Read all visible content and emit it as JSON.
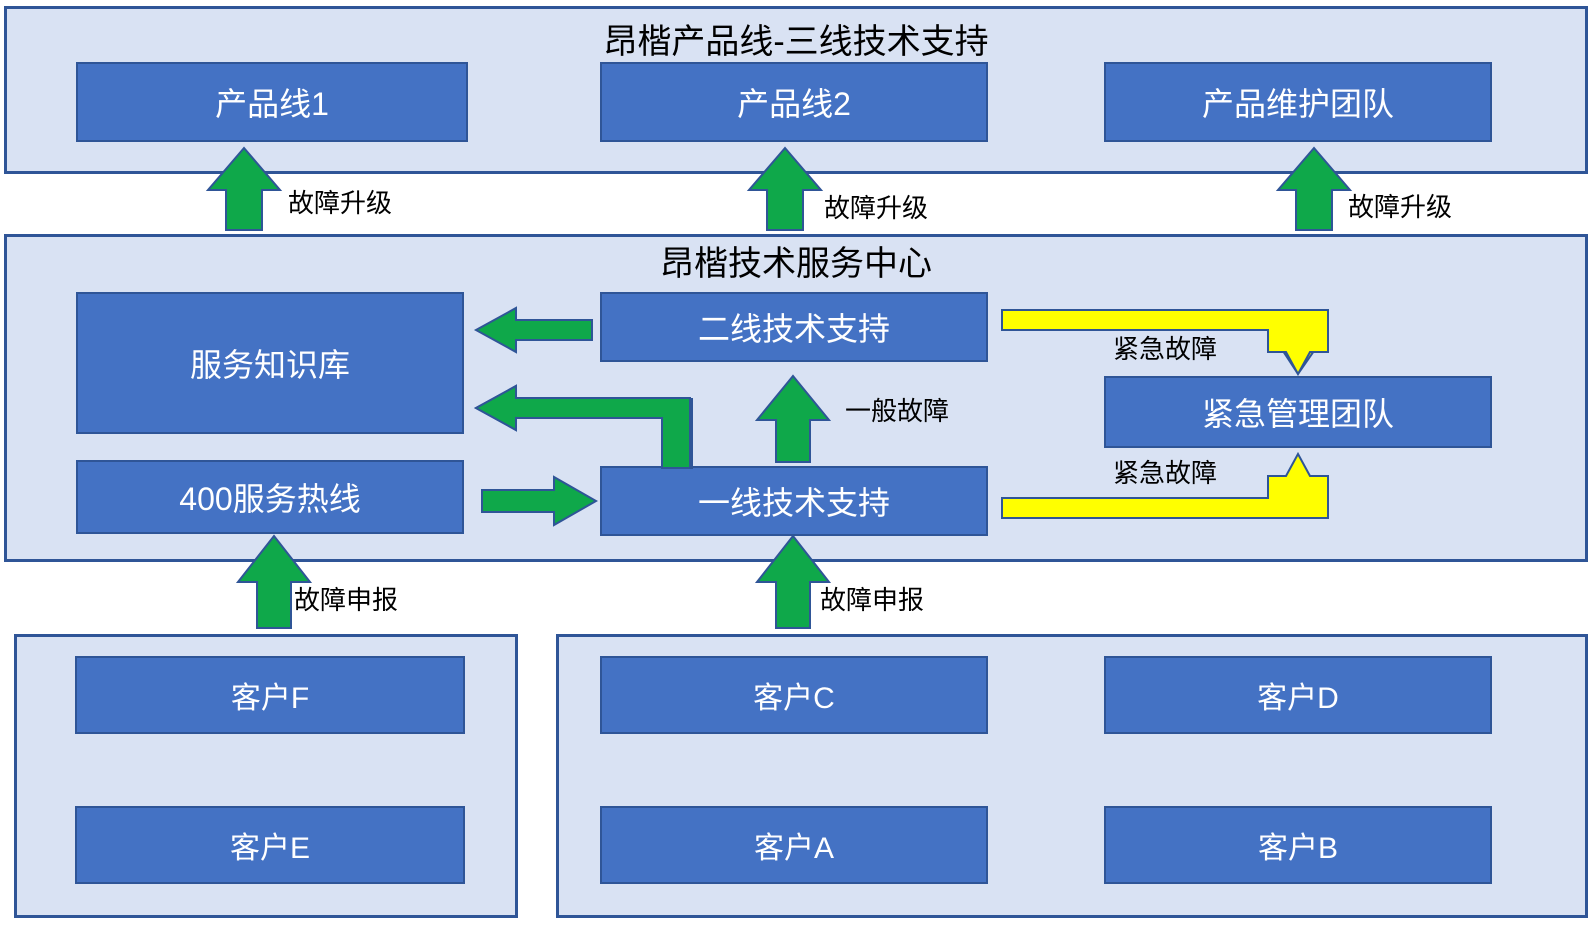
{
  "diagram": {
    "title": "昂楷产品线-三线技术支持",
    "groups": [
      {
        "id": "product-line-group",
        "title": "昂楷产品线-三线技术支持",
        "nodes": [
          "产品线1",
          "产品线2",
          "产品维护团队"
        ]
      },
      {
        "id": "service-center-group",
        "title": "昂楷技术服务中心",
        "nodes": [
          "服务知识库",
          "二线技术支持",
          "400服务热线",
          "一线技术支持",
          "紧急管理团队"
        ]
      },
      {
        "id": "customer-group-left",
        "title": "",
        "nodes": [
          "客户F",
          "客户E"
        ]
      },
      {
        "id": "customer-group-right",
        "title": "",
        "nodes": [
          "客户C",
          "客户D",
          "客户A",
          "客户B"
        ]
      }
    ],
    "boxes": {
      "product_line_1": "产品线1",
      "product_line_2": "产品线2",
      "product_maintenance_team": "产品维护团队",
      "service_knowledge_base": "服务知识库",
      "second_line_support": "二线技术支持",
      "hotline_400": "400服务热线",
      "first_line_support": "一线技术支持",
      "emergency_management_team": "紧急管理团队",
      "customer_f": "客户F",
      "customer_e": "客户E",
      "customer_c": "客户C",
      "customer_d": "客户D",
      "customer_a": "客户A",
      "customer_b": "客户B"
    },
    "group_titles": {
      "product_line": "昂楷产品线-三线技术支持",
      "service_center": "昂楷技术服务中心"
    },
    "arrow_labels": {
      "escalation_1": "故障升级",
      "escalation_2": "故障升级",
      "escalation_3": "故障升级",
      "general_fault": "一般故障",
      "urgent_fault_top": "紧急故障",
      "urgent_fault_bottom": "紧急故障",
      "fault_report_1": "故障申报",
      "fault_report_2": "故障申报"
    },
    "colors": {
      "node_fill": "#4472C4",
      "node_border": "#2F5597",
      "group_fill": "#D9E2F3",
      "group_border": "#2F5597",
      "arrow_green": "#0FA84A",
      "arrow_yellow": "#FFFF00",
      "page_background": "#FFFFFF",
      "text_on_node": "#FFFFFF",
      "text_label": "#000000"
    }
  }
}
